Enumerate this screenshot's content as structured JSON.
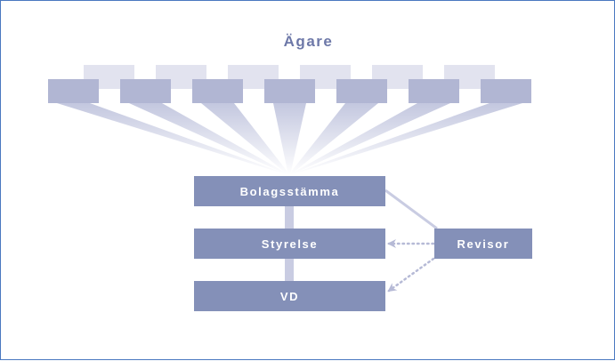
{
  "diagram": {
    "title": "Ägare",
    "owner_count": 7,
    "nodes": {
      "bolagsstamma": "Bolagsstämma",
      "styrelse": "Styrelse",
      "vd": "VD",
      "revisor": "Revisor"
    },
    "edges": [
      {
        "from": "Ägare",
        "to": "Bolagsstämma",
        "style": "fan"
      },
      {
        "from": "Bolagsstämma",
        "to": "Styrelse",
        "style": "solid"
      },
      {
        "from": "Styrelse",
        "to": "VD",
        "style": "solid"
      },
      {
        "from": "Bolagsstämma",
        "to": "Revisor",
        "style": "solid"
      },
      {
        "from": "Revisor",
        "to": "Styrelse",
        "style": "dotted-arrow"
      },
      {
        "from": "Revisor",
        "to": "VD",
        "style": "dotted-arrow"
      }
    ],
    "colors": {
      "node": "#8490b8",
      "owner_front": "#b1b6d3",
      "owner_back": "#e2e3ef",
      "title": "#6d78a8",
      "connector": "#c5c9e0",
      "border": "#4a78c0"
    }
  }
}
